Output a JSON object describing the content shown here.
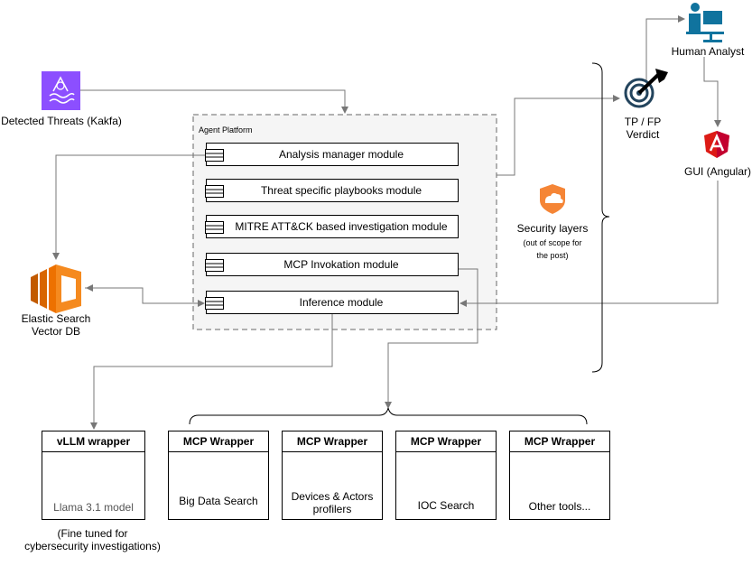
{
  "nodes": {
    "kafka": "Detected Threats (Kakfa)",
    "elastic": [
      "Elastic Search",
      "Vector DB"
    ],
    "agent_platform": "Agent Platform",
    "human_analyst": "Human Analyst",
    "verdict": [
      "TP / FP",
      "Verdict"
    ],
    "gui": "GUI (Angular)",
    "security_layers": "Security layers",
    "security_note": [
      "(out of scope for",
      "the post)"
    ]
  },
  "modules": [
    "Analysis manager module",
    "Threat specific playbooks module",
    "MITRE ATT&CK based investigation module",
    "MCP Invokation module",
    "Inference module"
  ],
  "wrappers": {
    "vllm": {
      "title": "vLLM wrapper",
      "body": "Llama 3.1 model"
    },
    "vllm_note": [
      "(Fine tuned for",
      "cybersecurity investigations)"
    ],
    "mcp": [
      {
        "title": "MCP Wrapper",
        "body": "Big Data Search"
      },
      {
        "title": "MCP Wrapper",
        "body": [
          "Devices & Actors",
          "profilers"
        ]
      },
      {
        "title": "MCP Wrapper",
        "body": "IOC Search"
      },
      {
        "title": "MCP Wrapper",
        "body": "Other tools..."
      }
    ]
  },
  "icons": [
    "kafka-icon",
    "elastic-icon",
    "human-analyst-icon",
    "target-icon",
    "angular-icon",
    "shield-cloud-icon",
    "llm-brain-icon",
    "data-cloud-icon",
    "network-globe-icon",
    "ioc-grid-icon",
    "tools-icon"
  ],
  "colors": {
    "kafka": "#8c4fff",
    "elastic": "#ed7100",
    "analyst": "#10739e",
    "angular": "#dd1b16",
    "security": "#f58536",
    "vllm": "#7aa116",
    "devices": "#1ba1e2",
    "ioc": "#2f7ed8"
  }
}
